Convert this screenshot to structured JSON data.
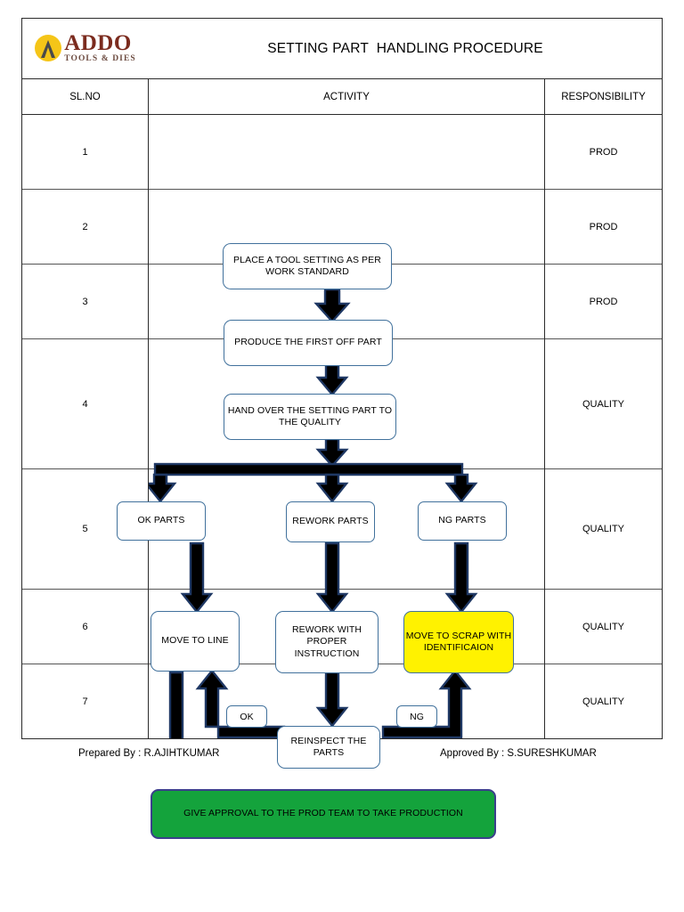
{
  "document": {
    "title": "SETTING PART  HANDLING PROCEDURE",
    "logo": {
      "name": "ADDO",
      "tagline": "TOOLS & DIES",
      "mark_color": "#F5C518",
      "name_color": "#7B2B1E"
    }
  },
  "table": {
    "headers": {
      "slno": "SL.NO",
      "activity": "ACTIVITY",
      "responsibility": "RESPONSIBILITY"
    },
    "rows": [
      {
        "slno": "1",
        "responsibility": "PROD"
      },
      {
        "slno": "2",
        "responsibility": "PROD"
      },
      {
        "slno": "3",
        "responsibility": "PROD"
      },
      {
        "slno": "4",
        "responsibility": "QUALITY"
      },
      {
        "slno": "5",
        "responsibility": "QUALITY"
      },
      {
        "slno": "6",
        "responsibility": "QUALITY"
      },
      {
        "slno": "7",
        "responsibility": "QUALITY"
      }
    ]
  },
  "flowchart": {
    "nodes": {
      "place_tool_setting": "PLACE A TOOL SETTING AS PER WORK STANDARD",
      "produce_first_off": "PRODUCE THE FIRST OFF PART",
      "hand_over_quality": "HAND OVER THE SETTING PART TO THE QUALITY",
      "ok_parts": "OK PARTS",
      "rework_parts": "REWORK PARTS",
      "ng_parts": "NG PARTS",
      "move_to_line": "MOVE TO LINE",
      "rework_with_instruction": "REWORK WITH PROPER INSTRUCTION",
      "move_to_scrap": "MOVE TO SCRAP WITH IDENTIFICAION",
      "reinspect_parts": "REINSPECT THE PARTS",
      "give_approval": "GIVE APPROVAL TO THE PROD TEAM TO TAKE PRODUCTION"
    },
    "labels": {
      "ok": "OK",
      "ng": "NG"
    },
    "colors": {
      "node_border": "#41719C",
      "arrow_fill": "#000000",
      "arrow_border": "#1F3864",
      "scrap_highlight": "#FFF200",
      "approval_fill": "#14A33C",
      "approval_border": "#3B3F8C"
    }
  },
  "footer": {
    "prepared_by": "Prepared By : R.AJIHTKUMAR",
    "approved_by": "Approved By : S.SURESHKUMAR"
  }
}
